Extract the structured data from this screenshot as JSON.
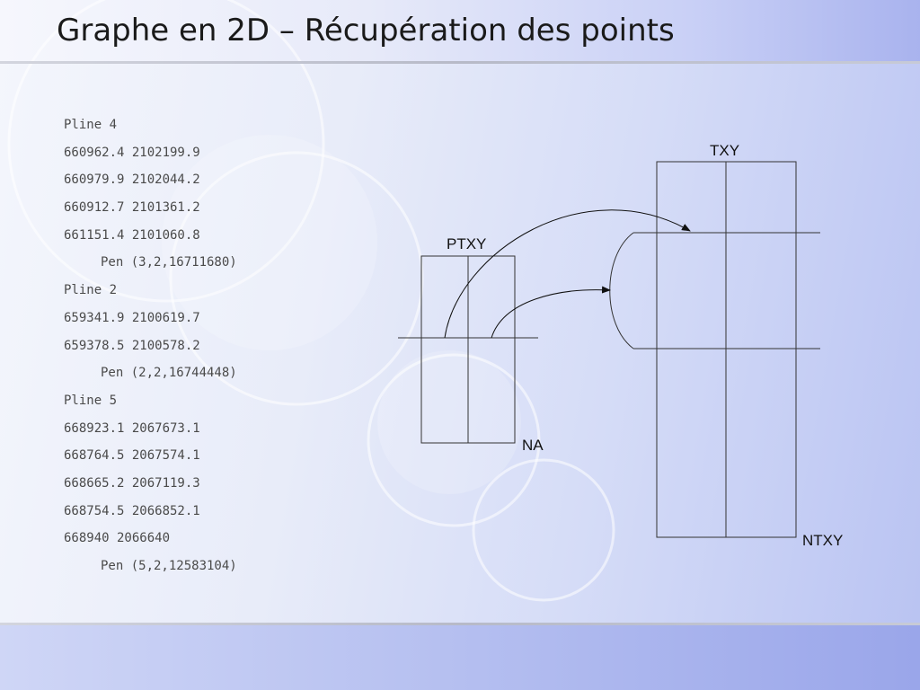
{
  "slide": {
    "title": "Graphe en 2D – Récupération des points"
  },
  "code": [
    {
      "text": "Pline 4",
      "indent": false
    },
    {
      "text": "660962.4 2102199.9",
      "indent": false
    },
    {
      "text": "660979.9 2102044.2",
      "indent": false
    },
    {
      "text": "660912.7 2101361.2",
      "indent": false
    },
    {
      "text": "661151.4 2101060.8",
      "indent": false
    },
    {
      "text": "Pen (3,2,16711680)",
      "indent": true
    },
    {
      "text": "Pline 2",
      "indent": false
    },
    {
      "text": "659341.9 2100619.7",
      "indent": false
    },
    {
      "text": "659378.5 2100578.2",
      "indent": false
    },
    {
      "text": "Pen (2,2,16744448)",
      "indent": true
    },
    {
      "text": "Pline 5",
      "indent": false
    },
    {
      "text": "668923.1 2067673.1",
      "indent": false
    },
    {
      "text": "668764.5 2067574.1",
      "indent": false
    },
    {
      "text": "668665.2 2067119.3",
      "indent": false
    },
    {
      "text": "668754.5 2066852.1",
      "indent": false
    },
    {
      "text": "668940 2066640",
      "indent": false
    },
    {
      "text": "Pen (5,2,12583104)",
      "indent": true
    }
  ],
  "diagram": {
    "labels": {
      "ptxy": "PTXY",
      "na": "NA",
      "txy": "TXY",
      "ntxy": "NTXY"
    }
  }
}
